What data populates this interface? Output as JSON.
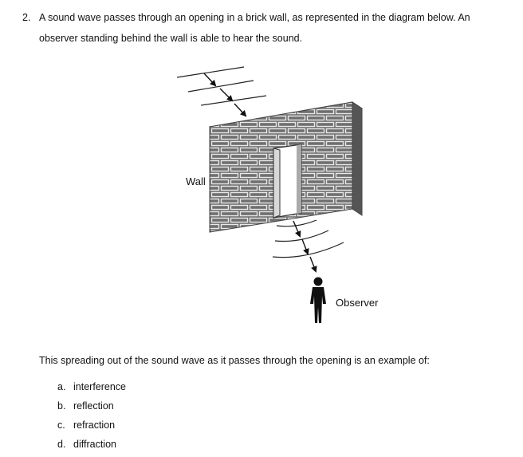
{
  "question": {
    "number": "2.",
    "text": "A sound wave passes through an opening in a brick wall, as represented in the diagram below. An observer standing behind the wall is able to hear the sound."
  },
  "diagram": {
    "wall_label": "Wall",
    "observer_label": "Observer"
  },
  "prompt": "This spreading out of the sound wave as it passes through the opening is an example of:",
  "choices": [
    {
      "letter": "a.",
      "text": "interference"
    },
    {
      "letter": "b.",
      "text": "reflection"
    },
    {
      "letter": "c.",
      "text": "refraction"
    },
    {
      "letter": "d.",
      "text": "diffraction"
    }
  ]
}
